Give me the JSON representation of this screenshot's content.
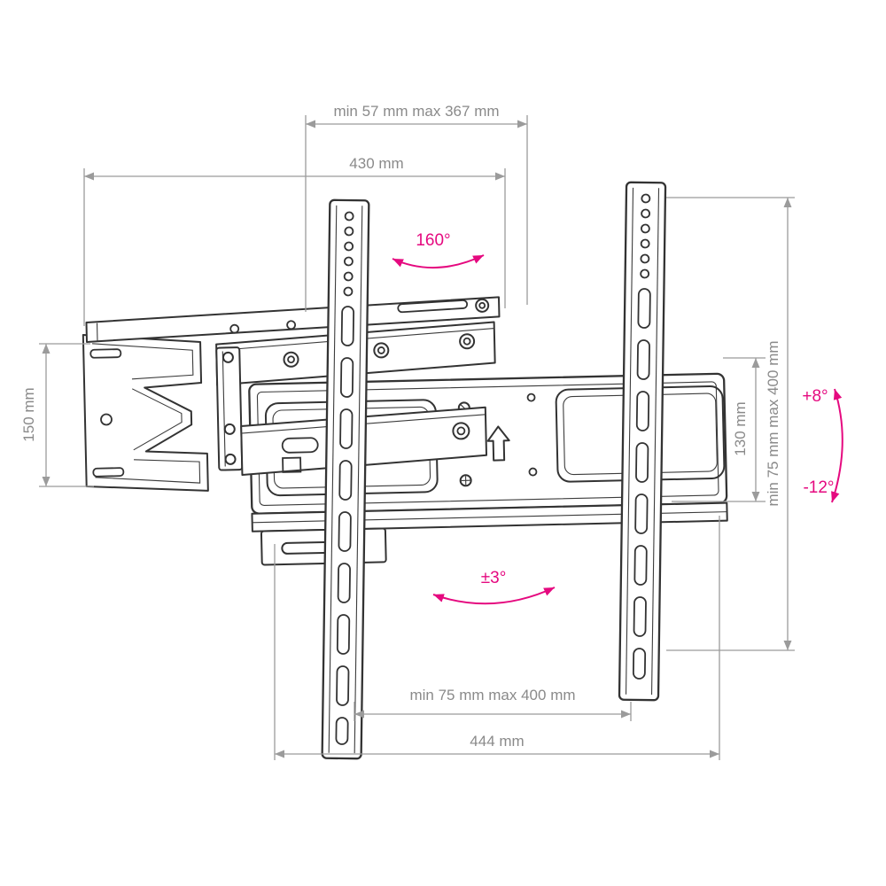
{
  "colors": {
    "accent": "#e5097f",
    "dimension_line": "#9b9b9b",
    "dimension_text": "#8a8a8a",
    "drawing_line": "#333333",
    "background": "#ffffff"
  },
  "dimensions": {
    "extension_range": "min 57 mm max 367 mm",
    "arm_reach": "430 mm",
    "bracket_height": "150 mm",
    "plate_height": "130 mm",
    "vesa_vertical_range": "min 75 mm max 400 mm",
    "vesa_horizontal_range": "min 75 mm max 400 mm",
    "plate_width": "444 mm"
  },
  "angles": {
    "swivel_range": "160°",
    "level_adjustment": "±3°",
    "tilt_up": "+8°",
    "tilt_down": "-12°"
  }
}
